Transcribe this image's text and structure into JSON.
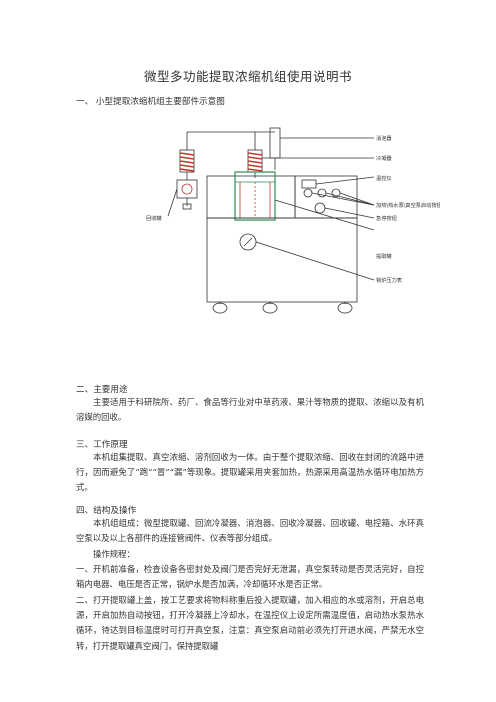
{
  "document": {
    "title": "微型多功能提取浓缩机组使用说明书",
    "section1_heading": "一、 小型提取浓缩机组主要部件示意图",
    "diagram_labels": {
      "defoamer": "消泡器",
      "condenser": "冷凝器",
      "temp_controller": "温控仪",
      "heating_switches": "加热\\热水泵\\真空泵启动按钮",
      "emergency_stop": "急停按钮",
      "extraction_tank": "提取罐",
      "boiler_gauge": "锅炉压力表",
      "recovery_tank": "回收罐"
    },
    "section2_heading": "二、主要用途",
    "section2_body": "主要适用于科研院所、药厂、食品等行业对中草药液、果汁等物质的提取、浓缩以及有机溶媒的回收。",
    "section3_heading": "三、工作原理",
    "section3_body": "本机组集提取、真空浓缩、溶剂回收为一体。由于整个提取浓缩、回收在封闭的流路中进行，因而避免了“跑”“冒”“漏”等现象。提取罐采用夹套加热，热源采用高温热水循环电加热方式。",
    "section4_heading": "四、结构及操作",
    "section4_body": "本机组组成：微型提取罐、回流冷凝器、消泡器、回收冷凝器、回收罐、电控箱、水环真空泵以及以上各部件的连接管阀件、仪表等部分组成。",
    "procedure_heading": "操作规程：",
    "step1": "一、开机前准备，检查设备各密封处及阀门是否完好无泄漏，真空泵转动是否灵活完好，自控箱内电器、电压是否正常，锅炉水是否加满，冷却循环水是否正常。",
    "step2": "二、打开提取罐上盖，按工艺要求将物料称重后投入提取罐，加入相应的水或溶剂，开启总电源，开启加热自动按钮，打开冷凝器上冷却水，在温控仪上设定所需温度值，启动热水泵热水循环，待达到目标温度时可打开真空泵，注意：真空泵启动前必须先打开进水阀，严禁无水空转，打开提取罐真空阀门，保持提取罐"
  }
}
